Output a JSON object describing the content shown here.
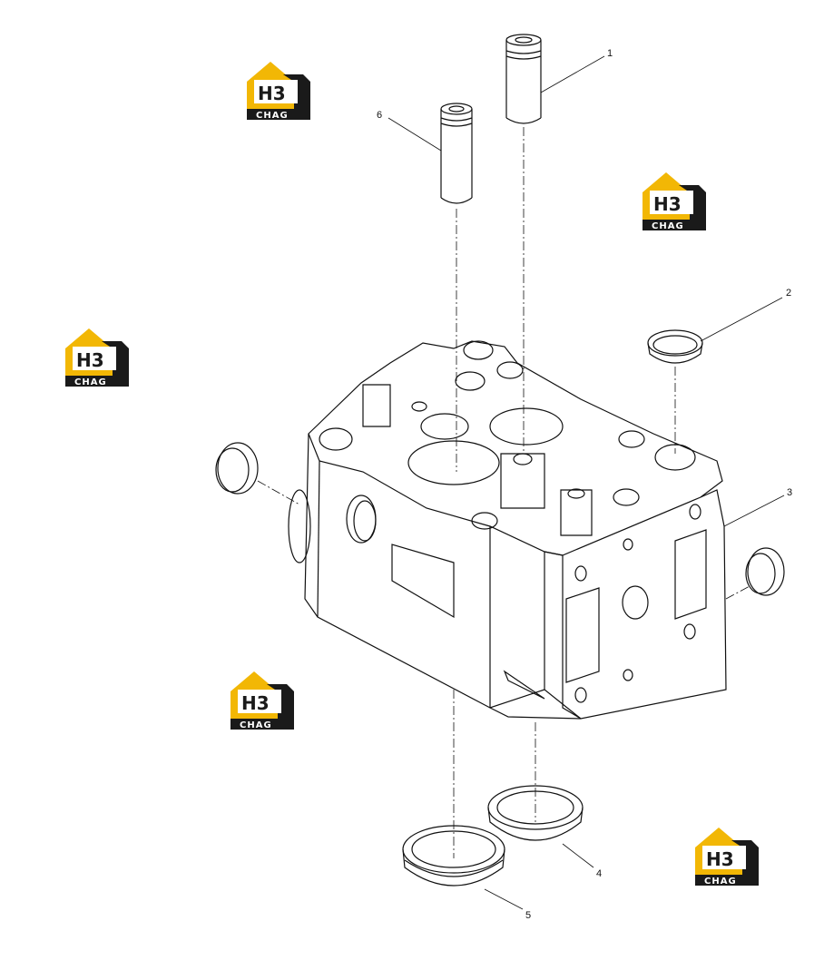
{
  "diagram": {
    "callouts": [
      {
        "id": "1",
        "label": "1"
      },
      {
        "id": "2",
        "label": "2"
      },
      {
        "id": "3",
        "label": "3"
      },
      {
        "id": "4",
        "label": "4"
      },
      {
        "id": "5",
        "label": "5"
      },
      {
        "id": "6",
        "label": "6"
      }
    ],
    "watermark": {
      "mark": "H3",
      "word": "CHAG",
      "accent_color": "#f2b705",
      "dark_color": "#1a1a1a"
    },
    "line_color": "#111111"
  }
}
